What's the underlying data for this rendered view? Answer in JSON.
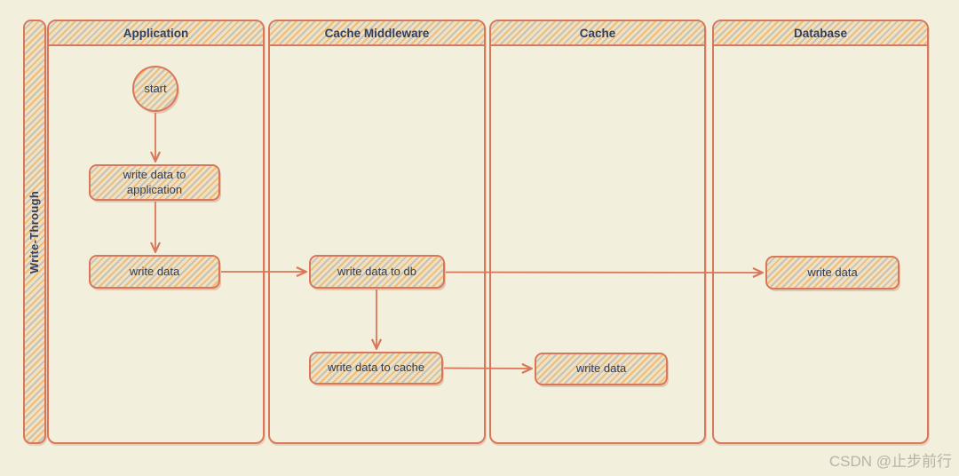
{
  "diagram": {
    "title": "Write-Through",
    "type": "swimlane-activity-diagram",
    "lanes": [
      {
        "id": "application",
        "label": "Application"
      },
      {
        "id": "cache-middleware",
        "label": "Cache Middleware"
      },
      {
        "id": "cache",
        "label": "Cache"
      },
      {
        "id": "database",
        "label": "Database"
      }
    ],
    "nodes": [
      {
        "id": "start",
        "lane": "application",
        "shape": "circle",
        "label": "start"
      },
      {
        "id": "app-write-to-application",
        "lane": "application",
        "shape": "rounded-rect",
        "label": "write data to application"
      },
      {
        "id": "app-write-data",
        "lane": "application",
        "shape": "rounded-rect",
        "label": "write data"
      },
      {
        "id": "mw-write-data-to-db",
        "lane": "cache-middleware",
        "shape": "rounded-rect",
        "label": "write data to db"
      },
      {
        "id": "mw-write-data-to-cache",
        "lane": "cache-middleware",
        "shape": "rounded-rect",
        "label": "write data to cache"
      },
      {
        "id": "cache-write-data",
        "lane": "cache",
        "shape": "rounded-rect",
        "label": "write data"
      },
      {
        "id": "db-write-data",
        "lane": "database",
        "shape": "rounded-rect",
        "label": "write data"
      }
    ],
    "edges": [
      {
        "from": "start",
        "to": "app-write-to-application",
        "direction": "down"
      },
      {
        "from": "app-write-to-application",
        "to": "app-write-data",
        "direction": "down"
      },
      {
        "from": "app-write-data",
        "to": "mw-write-data-to-db",
        "direction": "right"
      },
      {
        "from": "mw-write-data-to-db",
        "to": "db-write-data",
        "direction": "right"
      },
      {
        "from": "mw-write-data-to-db",
        "to": "mw-write-data-to-cache",
        "direction": "down"
      },
      {
        "from": "mw-write-data-to-cache",
        "to": "cache-write-data",
        "direction": "right"
      }
    ]
  },
  "colors": {
    "background": "#f3efdd",
    "stroke": "#d9775a",
    "hatch_orange": "#f3b260",
    "hatch_gray": "#9e9c94",
    "hatch_base": "#ece2c8",
    "text": "#333f5e",
    "watermark": "#b7b3a8"
  },
  "watermark": {
    "text": "CSDN @止步前行"
  }
}
